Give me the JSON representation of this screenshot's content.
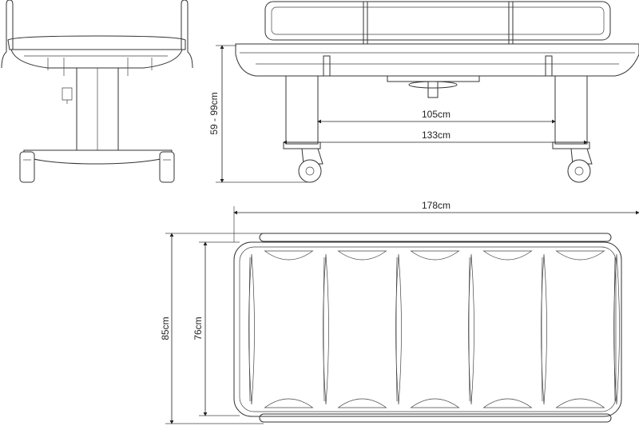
{
  "dimensions": {
    "height_range": "59 - 99cm",
    "column_spacing": "105cm",
    "wheel_spacing": "133cm",
    "total_length": "178cm",
    "total_width": "85cm",
    "platform_width": "76cm"
  },
  "colors": {
    "line": "#333333",
    "background": "#ffffff"
  }
}
